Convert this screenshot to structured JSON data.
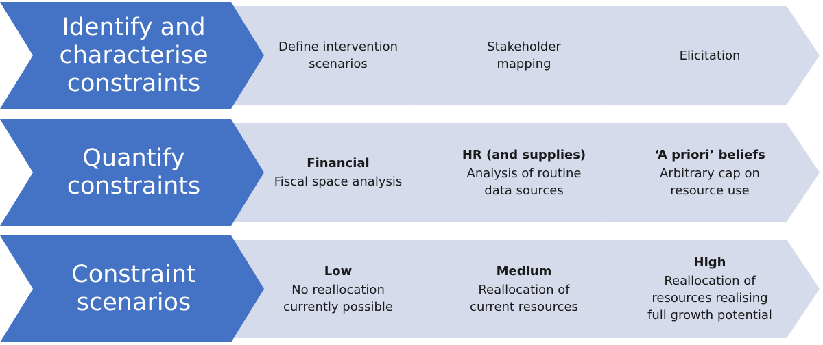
{
  "colors": {
    "primary": "#4472c4",
    "step_fill": "#d6dbec",
    "text": "#1a1a1a"
  },
  "rows": [
    {
      "label_lines": [
        "Identify and",
        "characterise",
        "constraints"
      ],
      "steps": [
        {
          "heading": "",
          "lines": [
            "Define intervention",
            "scenarios"
          ]
        },
        {
          "heading": "",
          "lines": [
            "Stakeholder",
            "mapping"
          ]
        },
        {
          "heading": "",
          "lines": [
            "Elicitation"
          ]
        }
      ]
    },
    {
      "label_lines": [
        "Quantify",
        "constraints"
      ],
      "steps": [
        {
          "heading": "Financial",
          "lines": [
            "Fiscal space analysis"
          ]
        },
        {
          "heading": "HR (and supplies)",
          "lines": [
            "Analysis of routine",
            "data sources"
          ]
        },
        {
          "heading": "‘A priori’ beliefs",
          "lines": [
            "Arbitrary cap on",
            "resource use"
          ]
        }
      ]
    },
    {
      "label_lines": [
        "Constraint",
        "scenarios"
      ],
      "steps": [
        {
          "heading": "Low",
          "lines": [
            "No reallocation",
            "currently possible"
          ]
        },
        {
          "heading": "Medium",
          "lines": [
            "Reallocation of",
            "current resources"
          ]
        },
        {
          "heading": "High",
          "lines": [
            "Reallocation of",
            "resources realising",
            "full growth potential"
          ]
        }
      ]
    }
  ]
}
